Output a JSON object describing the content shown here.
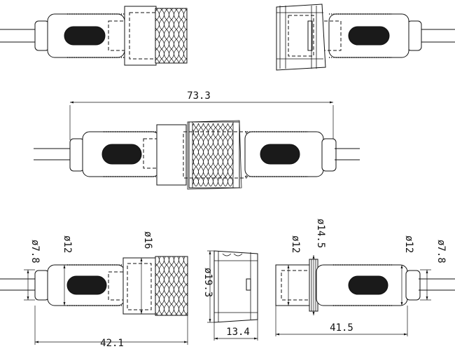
{
  "views": {
    "assembled": {
      "overall_length": "73.3"
    },
    "exploded": {
      "male_body_diameter_small": "ø7.8",
      "male_body_diameter_large": "ø12",
      "male_thread_diameter": "ø16",
      "male_length": "42.1",
      "nut_diameter": "ø19.3",
      "nut_length": "13.4",
      "female_flange_diameter": "ø14.5",
      "female_body_diameter": "ø12",
      "female_cable_diameter": "ø7.8",
      "female_length": "41.5"
    }
  }
}
